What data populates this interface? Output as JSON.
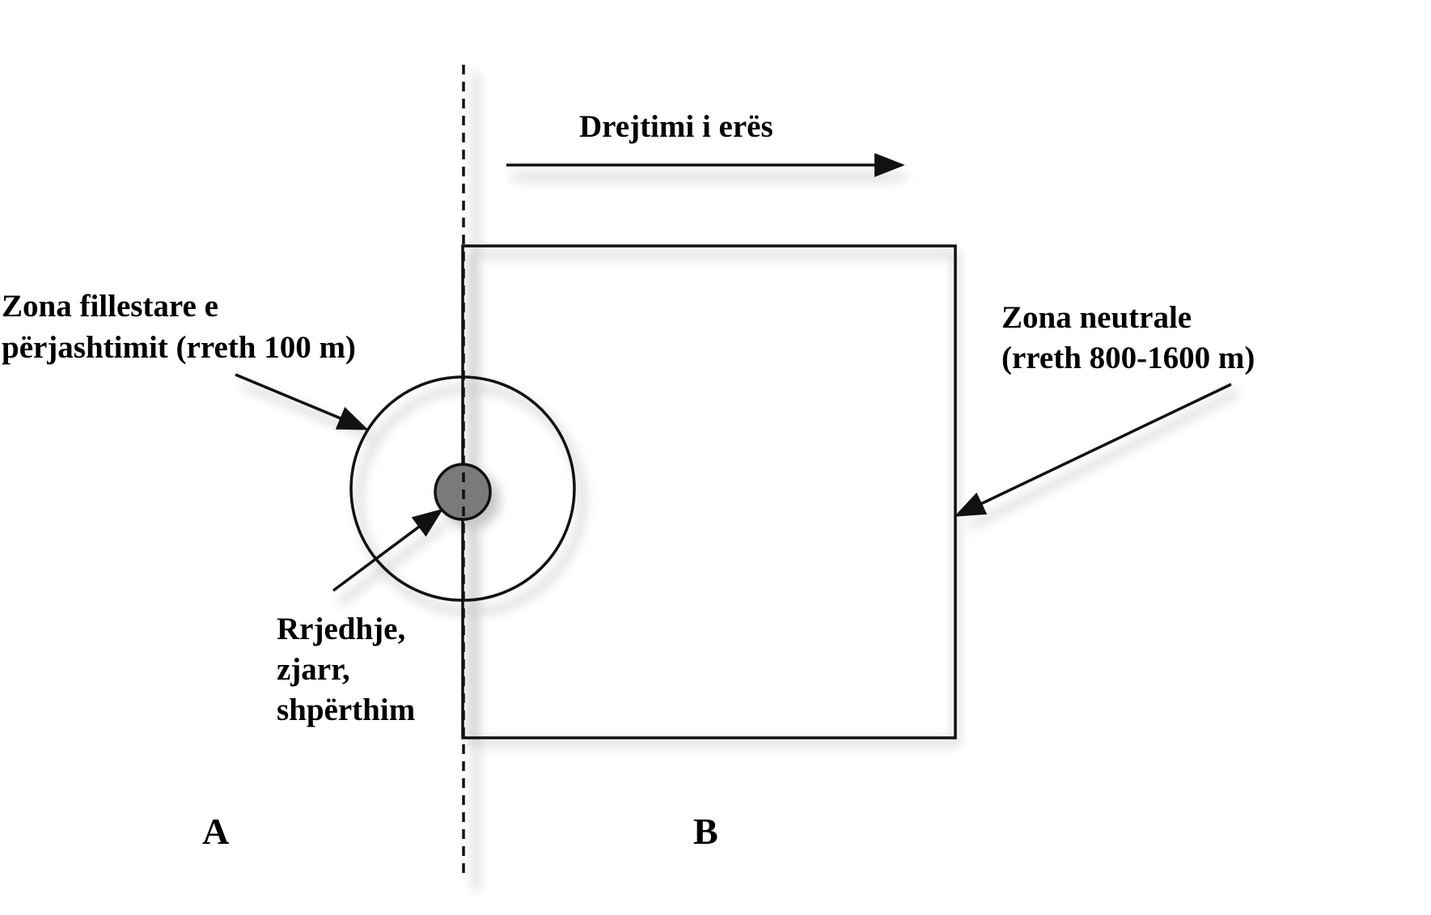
{
  "labels": {
    "wind_direction": "Drejtimi i erës",
    "initial_zone_line1": "Zona fillestare e",
    "initial_zone_line2": "përjashtimit (rreth 100 m)",
    "neutral_zone_line1": "Zona neutrale",
    "neutral_zone_line2": "(rreth 800-1600 m)",
    "source_line1": "Rrjedhje,",
    "source_line2": "zjarr,",
    "source_line3": "shpërthim",
    "side_a": "A",
    "side_b": "B"
  },
  "colors": {
    "line": "#111111",
    "source_fill": "#7a7a7a",
    "shadow": "#9a9a9a",
    "background": "#ffffff"
  }
}
